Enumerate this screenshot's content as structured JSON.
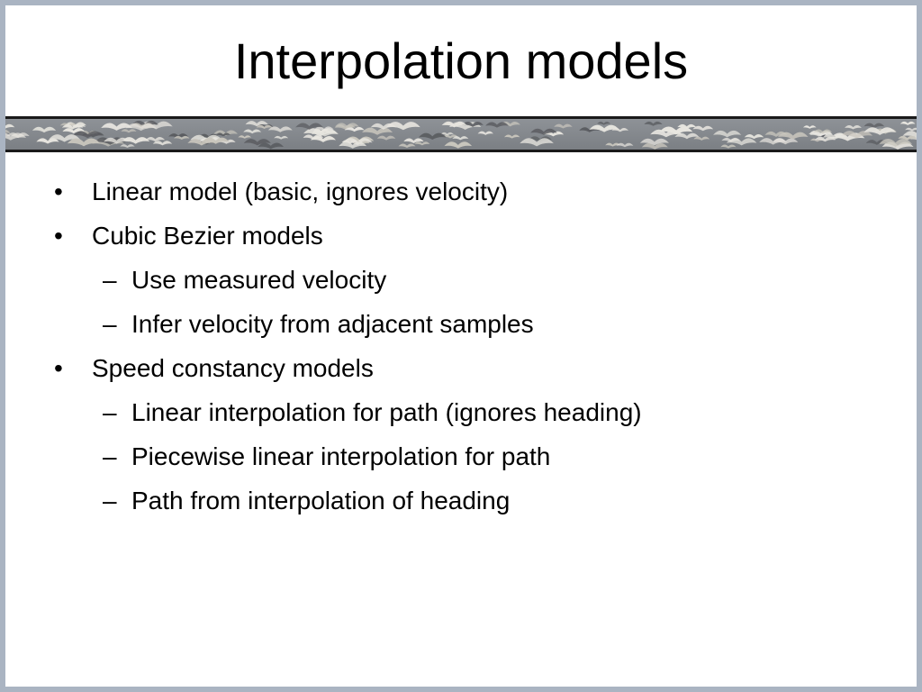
{
  "title": "Interpolation models",
  "banner": {
    "icon": "flock-of-birds-banner"
  },
  "bullets": [
    {
      "marker": "•",
      "text": "Linear model (basic, ignores velocity)"
    },
    {
      "marker": "•",
      "text": "Cubic Bezier models"
    },
    {
      "marker": "–",
      "text": "Use measured velocity",
      "sub": true
    },
    {
      "marker": "–",
      "text": "Infer velocity from adjacent samples",
      "sub": true
    },
    {
      "marker": "•",
      "text": "Speed constancy models"
    },
    {
      "marker": "–",
      "text": "Linear interpolation for path (ignores heading)",
      "sub": true
    },
    {
      "marker": "–",
      "text": "Piecewise linear interpolation for path",
      "sub": true
    },
    {
      "marker": "–",
      "text": "Path from interpolation of heading",
      "sub": true
    }
  ],
  "colors": {
    "frame": "#aab4c2",
    "banner": "#7b7f84",
    "text": "#000000"
  }
}
